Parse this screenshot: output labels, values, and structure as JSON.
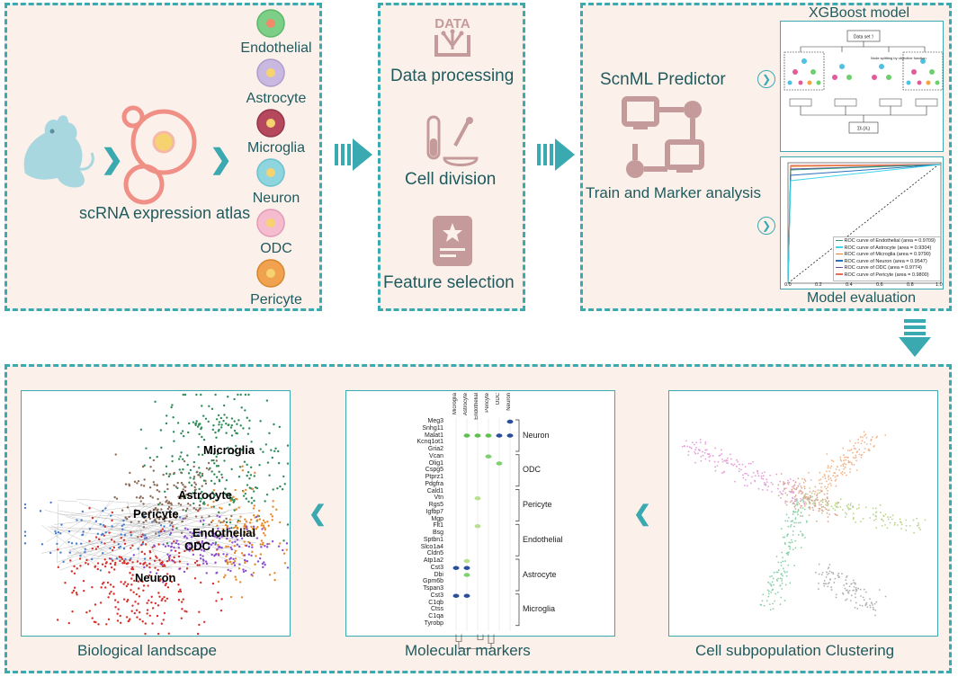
{
  "panel1": {
    "atlas_label": "scRNA expression atlas",
    "cells": [
      {
        "name": "Endothelial",
        "color": "#7dcf88",
        "core": "#f28a6a"
      },
      {
        "name": "Astrocyte",
        "color": "#c9b9e0",
        "core": "#f6d36e"
      },
      {
        "name": "Microglia",
        "color": "#b5485c",
        "core": "#f6d36e"
      },
      {
        "name": "Neuron",
        "color": "#8fd5df",
        "core": "#f6d36e"
      },
      {
        "name": "ODC",
        "color": "#f5bcd0",
        "core": "#f6d36e"
      },
      {
        "name": "Pericyte",
        "color": "#f0a24e",
        "core": "#f6d36e"
      }
    ]
  },
  "panel2": {
    "data_icon_text": "DATA",
    "steps": [
      "Data processing",
      "Cell division",
      "Feature selection"
    ]
  },
  "panel3": {
    "predictor_title": "ScnML  Predictor",
    "train_label": "Train and Marker analysis",
    "xgb_title": "XGBoost model",
    "xgb_dataset": "Data set ℐ",
    "xgb_node_note": "Node splitting by objective function",
    "xgb_sum": "Σfₖ(Xᵢ)",
    "eval_title": "Model evaluation",
    "roc_legend": [
      {
        "text": "ROC curve of Endothelial (area = 0.9709)",
        "color": "#2e9a7a"
      },
      {
        "text": "ROC curve of Astrocyte (area = 0.9304)",
        "color": "#3fd6e8"
      },
      {
        "text": "ROC curve of Microglia (area = 0.9790)",
        "color": "#e0862a"
      },
      {
        "text": "ROC curve of Neuron (area = 0.9547)",
        "color": "#2a6fb8"
      },
      {
        "text": "ROC curve of ODC (area = 0.9774)",
        "color": "#6b4aa0"
      },
      {
        "text": "ROC curve of Pericyte (area = 0.9800)",
        "color": "#e86a5a"
      }
    ],
    "roc_ticks": [
      "0.0",
      "0.2",
      "0.4",
      "0.6",
      "0.8",
      "1.0"
    ]
  },
  "bottom": {
    "landscape_title": "Biological landscape",
    "markers_title": "Molecular markers",
    "cluster_title": "Cell subpopulation Clustering",
    "landscape_labels": [
      "Microglia",
      "Astrocyte",
      "Pericyte",
      "Endothelial",
      "ODC",
      "Neuron"
    ],
    "marker_columns": [
      "Microglia",
      "Astrocyte",
      "Endothelial",
      "Pericyte",
      "ODC",
      "Neuron"
    ],
    "genes": [
      "Meg3",
      "Snhg11",
      "Malat1",
      "Kcnq1ot1",
      "Gria2",
      "Vcan",
      "Olig1",
      "Cspg5",
      "Ptprz1",
      "Pdgfra",
      "Cald1",
      "Vtn",
      "Rgs5",
      "Igfbp7",
      "Mgp",
      "Flt1",
      "Bsg",
      "Sptbn1",
      "Slco1a4",
      "Cldn5",
      "Atp1a2",
      "Cst3",
      "Dbi",
      "Gpm6b",
      "Tspan3",
      "Cst3",
      "C1qb",
      "Ctss",
      "C1qa",
      "Tyrobp"
    ],
    "gene_groups": [
      "Neuron",
      "ODC",
      "Pericyte",
      "Endothelial",
      "Astrocyte",
      "Microglia"
    ]
  },
  "colors": {
    "accent": "#3aa9b0",
    "panel_bg": "#fcf1ea",
    "icon": "#c49a9a",
    "text": "#1f5a5e"
  }
}
